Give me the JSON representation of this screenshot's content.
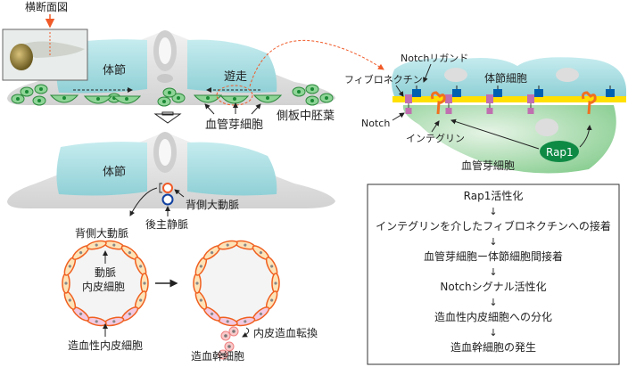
{
  "labels": {
    "cross_section": "横断面図",
    "somite_top": "体節",
    "somite_bottom": "体節",
    "migration": "遊走",
    "angioblast": "血管芽細胞",
    "lateral_plate_mesoderm": "側板中胚葉",
    "dorsal_aorta": "背側大動脈",
    "posterior_cardinal_vein": "後主静脈",
    "dorsal_aorta_detail": "背側大動脈",
    "arterial_endothelial_line1": "動脈",
    "arterial_endothelial_line2": "内皮細胞",
    "hemogenic_endothelial": "造血性内皮細胞",
    "eht": "内皮造血転換",
    "hsc": "造血幹細胞"
  },
  "molecular": {
    "notch_ligand": "Notchリガンド",
    "fibronectin": "フィブロネクチン",
    "somite_cell": "体節細胞",
    "notch": "Notch",
    "integrin": "インテグリン",
    "rap1": "Rap1",
    "angioblast": "血管芽細胞"
  },
  "flow": {
    "steps": [
      "Rap1活性化",
      "インテグリンを介したフィブロネクチンへの接着",
      "血管芽細胞ー体節細胞間接着",
      "Notchシグナル活性化",
      "造血性内皮細胞への分化",
      "造血幹細胞の発生"
    ],
    "arrow": "↓"
  },
  "colors": {
    "somite": "#a9dbe0",
    "tissue": "#e3e3e3",
    "angioblast": "#6fc47a",
    "fibronectin": "#ffe000",
    "notch": "#c070b0",
    "ligand": "#0060b0",
    "integrin": "#f07020",
    "artery": "#f06020",
    "vein": "#1040a0"
  }
}
